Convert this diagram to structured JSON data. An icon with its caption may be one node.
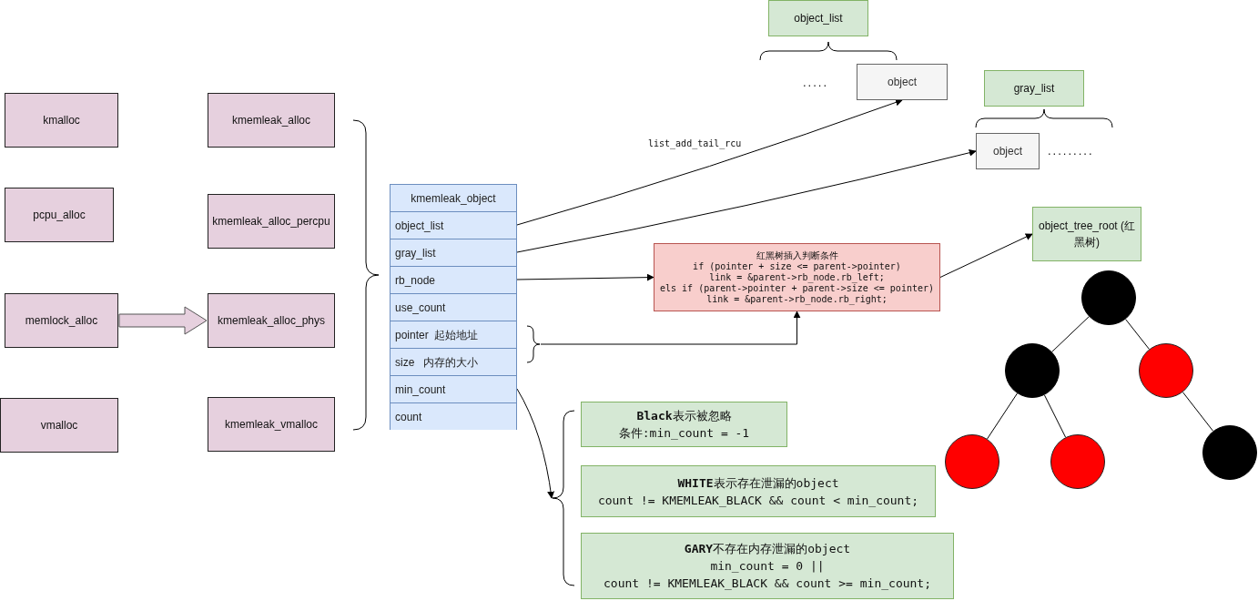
{
  "diagram": {
    "nodes": [
      {
        "text": [
          "kmalloc"
        ]
      },
      {
        "text": [
          "pcpu_alloc"
        ]
      },
      {
        "text": [
          "memlock_alloc"
        ]
      },
      {
        "text": [
          "vmalloc"
        ]
      },
      {
        "text": [
          "kmemleak_alloc"
        ]
      },
      {
        "text": [
          "kmemleak_alloc_percpu"
        ]
      },
      {
        "text": [
          "kmemleak_alloc_phys"
        ]
      },
      {
        "text": [
          "kmemleak_vmalloc"
        ]
      },
      {
        "text": [
          "kmemleak_object"
        ]
      },
      {
        "text": [
          "object_list"
        ],
        "in": 8
      },
      {
        "text": [
          "gray_list"
        ],
        "in": 8
      },
      {
        "text": [
          "rb_node"
        ],
        "in": 8
      },
      {
        "text": [
          "use_count"
        ],
        "in": 8
      },
      {
        "text": [
          "pointer  起始地址"
        ],
        "in": 8
      },
      {
        "text": [
          "size   内存的大小"
        ],
        "in": 8
      },
      {
        "text": [
          "min_count"
        ],
        "in": 8
      },
      {
        "text": [
          "count"
        ],
        "in": 8
      },
      {
        "text": [
          "object_list"
        ]
      },
      {
        "text": [
          "object"
        ],
        "beside": [
          "....."
        ]
      },
      {
        "text": [
          "gray_list"
        ]
      },
      {
        "text": [
          "object"
        ],
        "beside": [
          "........."
        ]
      },
      {
        "text": [
          "红黑树插入判断条件",
          "if (pointer + size <= parent->pointer)",
          "link = &parent->rb_node.rb_left;",
          "els if (parent->pointer + parent->size <= pointer)",
          "link = &parent->rb_node.rb_right;"
        ]
      },
      {
        "text": [
          "object_tree_root (红黑树)"
        ]
      },
      {
        "text": [],
        "shape": "circle"
      },
      {
        "text": [],
        "shape": "circle"
      },
      {
        "text": [],
        "shape": "circle"
      },
      {
        "text": [],
        "shape": "circle"
      },
      {
        "text": [],
        "shape": "circle"
      },
      {
        "text": [],
        "shape": "circle"
      },
      {
        "text": [
          "**Black**表示被忽略",
          "条件:min_count = -1"
        ]
      },
      {
        "text": [
          "**WHITE**表示存在泄漏的object",
          "count != KMEMLEAK_BLACK && count < min_count;"
        ]
      },
      {
        "text": [
          "**GARY**不存在内存泄漏的object",
          "min_count = 0 ||",
          "count != KMEMLEAK_BLACK && count >= min_count;"
        ]
      },
      {
        "text": [],
        "shape": "brace"
      },
      {
        "text": [],
        "shape": "brace"
      }
    ],
    "edges": [
      {
        "from": 9,
        "to": 18,
        "arrow": "to",
        "label": "list_add_tail_rcu"
      },
      {
        "from": 10,
        "to": 20,
        "arrow": "to"
      },
      {
        "from": 11,
        "to": 21,
        "arrow": "to"
      },
      {
        "from": 32,
        "to": 21,
        "arrow": "to"
      },
      {
        "from": 21,
        "to": 22,
        "arrow": "to"
      },
      {
        "from": 15,
        "to": 33,
        "arrow": "to"
      },
      {
        "from": 23,
        "to": 24,
        "arrow": "none"
      },
      {
        "from": 23,
        "to": 25,
        "arrow": "none"
      },
      {
        "from": 24,
        "to": 26,
        "arrow": "none"
      },
      {
        "from": 24,
        "to": 27,
        "arrow": "none"
      },
      {
        "from": 25,
        "to": 28,
        "arrow": "none"
      },
      {
        "from": 2,
        "to": 6,
        "arrow": "to",
        "style": "thick"
      }
    ]
  }
}
